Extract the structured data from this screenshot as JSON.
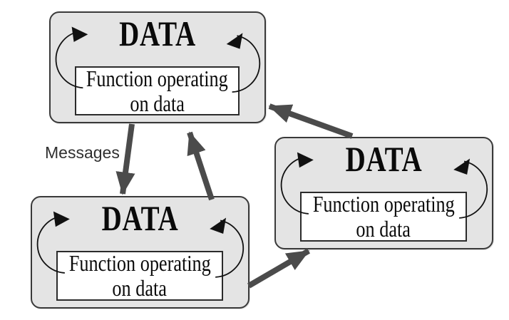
{
  "diagram": {
    "messages_label": "Messages",
    "boxes": [
      {
        "position": "top-left",
        "title": "DATA",
        "function_line1": "Function operating",
        "function_line2": "on data"
      },
      {
        "position": "bottom-left",
        "title": "DATA",
        "function_line1": "Function operating",
        "function_line2": "on data"
      },
      {
        "position": "right",
        "title": "DATA",
        "function_line1": "Function operating",
        "function_line2": "on data"
      }
    ],
    "colors": {
      "page_bg": "#ffffff",
      "box_fill": "#e4e4e4",
      "box_border": "#3a3a3a",
      "inner_fill": "#ffffff",
      "inner_border": "#2b2b2b",
      "arrow": "#4b4b4b",
      "arc": "#111111",
      "label_text": "#2f2f2f",
      "title_text": "#0a0a0a"
    }
  }
}
